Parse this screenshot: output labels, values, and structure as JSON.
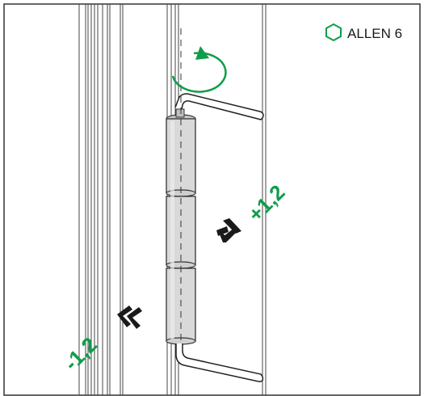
{
  "tool_label": {
    "text": "ALLEN 6",
    "icon": "hexagon-icon",
    "icon_color": "#0f9d4a"
  },
  "adjustments": {
    "positive": {
      "label": "+1,2",
      "direction": "right",
      "icon": "double-chevron-right-icon"
    },
    "negative": {
      "label": "-1,2",
      "direction": "left",
      "icon": "double-chevron-left-icon"
    }
  },
  "rotation": {
    "icon": "rotate-arrow-icon"
  },
  "colors": {
    "accent_green": "#0f9d4a",
    "line": "#222222",
    "hinge_fill": "#d9d9d9",
    "frame_line": "#444444"
  }
}
